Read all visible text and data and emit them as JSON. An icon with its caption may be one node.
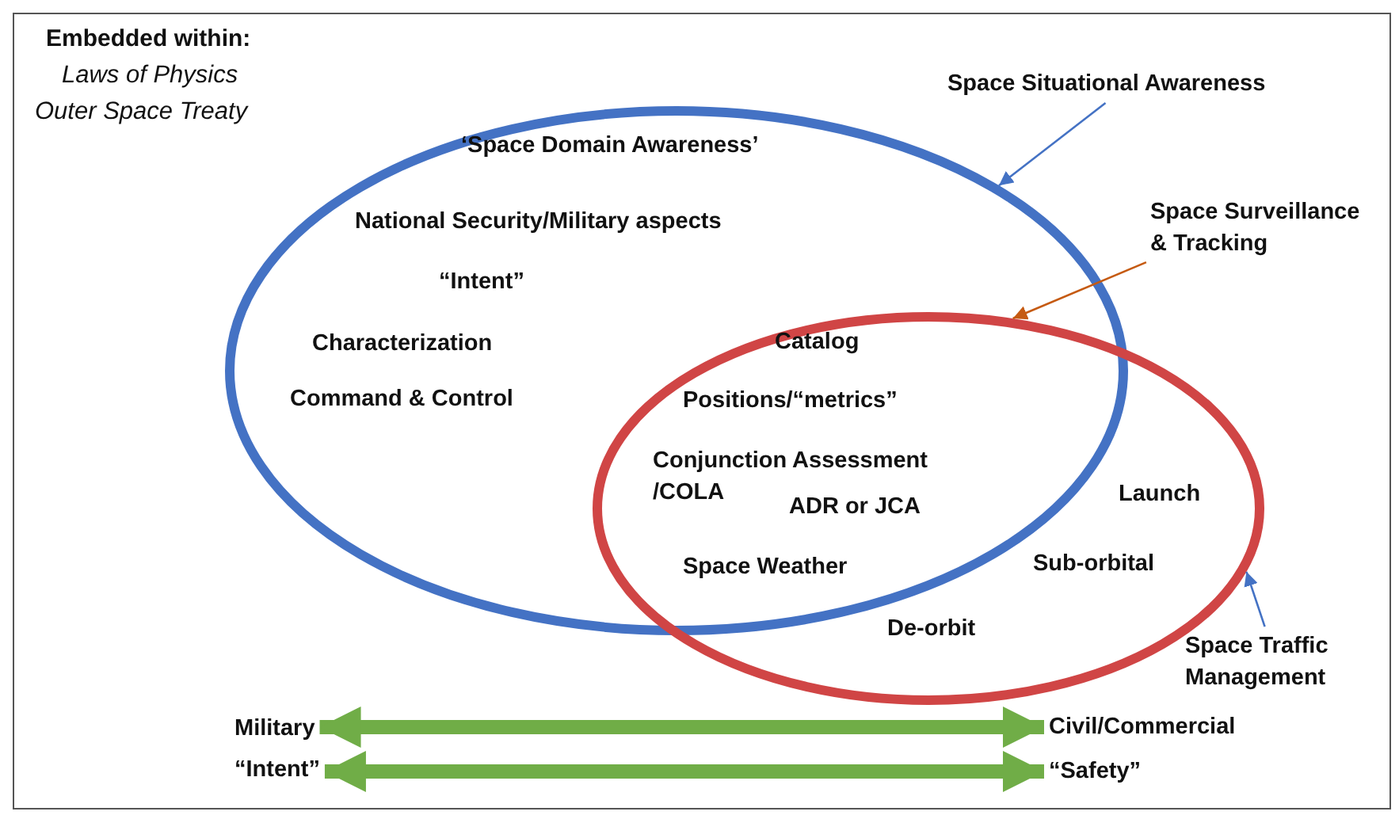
{
  "diagram": {
    "nodes": [
      {
        "text": [
          "Embedded within:",
          "Laws of Physics",
          "Outer Space Treaty"
        ]
      },
      {
        "text": [],
        "shape": "ellipse",
        "in": 0
      },
      {
        "text": [],
        "shape": "ellipse",
        "in": 0
      },
      {
        "text": [
          "Space Situational Awareness"
        ],
        "in": 0
      },
      {
        "text": [
          "Space Surveillance & Tracking"
        ],
        "in": 0
      },
      {
        "text": [
          "Space Traffic Management"
        ],
        "in": 0
      },
      {
        "text": [
          "Military"
        ],
        "in": 0
      },
      {
        "text": [
          "“Intent”"
        ],
        "in": 0
      },
      {
        "text": [
          "Civil/Commercial"
        ],
        "in": 0
      },
      {
        "text": [
          "“Safety”"
        ],
        "in": 0
      }
    ],
    "edges": [
      {
        "from": 3,
        "to": 1,
        "arrow": "to",
        "color": "#4472c4"
      },
      {
        "from": 4,
        "to": 2,
        "arrow": "to",
        "color": "#c55a11"
      },
      {
        "from": 5,
        "to": 2,
        "arrow": "to",
        "color": "#4472c4"
      },
      {
        "from": 6,
        "to": 8,
        "arrow": "both",
        "style": "thick",
        "color": "#70ad47"
      },
      {
        "from": 7,
        "to": 9,
        "arrow": "both",
        "style": "thick",
        "color": "#70ad47"
      }
    ],
    "labels": [
      "‘Space Domain Awareness’",
      "National Security/Military aspects",
      "“Intent”",
      "Characterization",
      "Catalog",
      "Command & Control",
      "Positions/“metrics”",
      "Conjunction Assessment /COLA",
      "Launch",
      "ADR or JCA",
      "Space Weather",
      "Sub-orbital",
      "De-orbit"
    ]
  }
}
